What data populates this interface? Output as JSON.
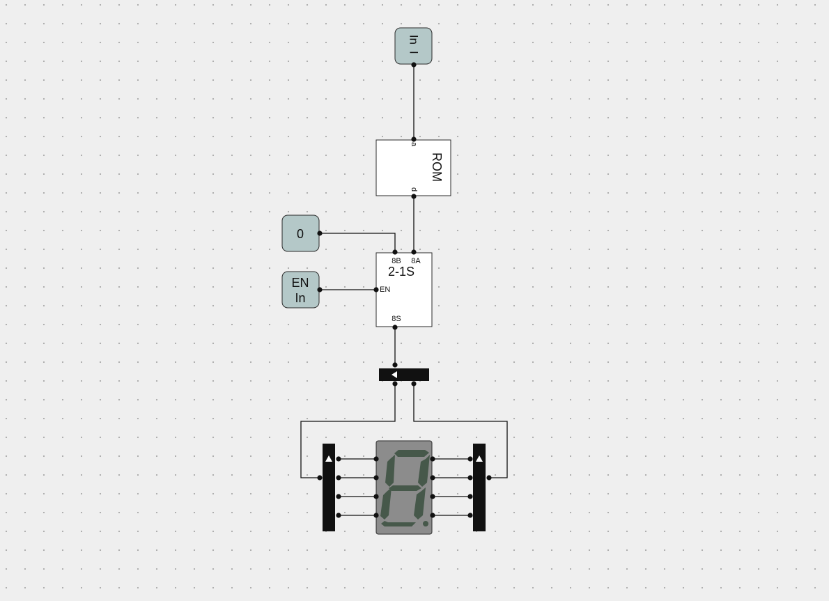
{
  "input_top": {
    "label_left": "In",
    "label_right": "I"
  },
  "rom": {
    "title": "ROM",
    "pin_a": "a",
    "pin_d": "d"
  },
  "const_zero": {
    "label": "0"
  },
  "en_input": {
    "line1": "EN",
    "line2": "In"
  },
  "mux": {
    "title": "2-1S",
    "pin_b": "8B",
    "pin_a": "8A",
    "pin_en": "EN",
    "pin_out": "8S"
  },
  "seven_segment": {
    "segments_lit": [],
    "decimal_point_lit": false
  },
  "colors": {
    "background": "#efefef",
    "grid_dot": "#a8a8a8",
    "io_fill": "#b4c8c8",
    "chip_fill": "#ffffff",
    "display_body": "#8c8c8c",
    "segment_off": "#46584a"
  }
}
